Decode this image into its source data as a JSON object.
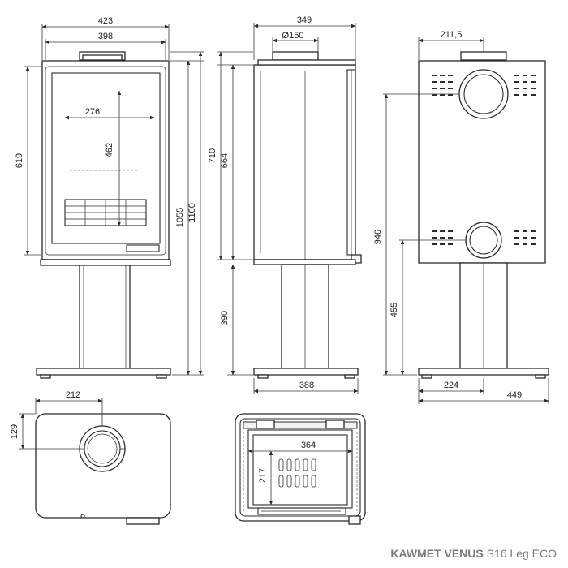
{
  "dimensions": {
    "front_width": "423",
    "front_inner_width": "398",
    "glass_width": "276",
    "glass_height": "462",
    "door_height": "619",
    "total_height_inner": "1055",
    "total_height": "1100",
    "side_depth": "349",
    "flue_diameter": "Ø150",
    "side_height_outer": "710",
    "side_height_inner": "664",
    "leg_height": "390",
    "base_width_side": "388",
    "rear_flue_offset": "211,5",
    "rear_outlet_height": "946",
    "rear_lower_outlet_height": "455",
    "rear_base_offset": "224",
    "rear_base_width": "449",
    "top_flue_offset": "212",
    "top_flue_depth": "129",
    "chamber_width": "364",
    "chamber_depth": "217"
  },
  "caption": {
    "brand": "KAWMET VENUS",
    "model": "S16 Leg ECO"
  }
}
